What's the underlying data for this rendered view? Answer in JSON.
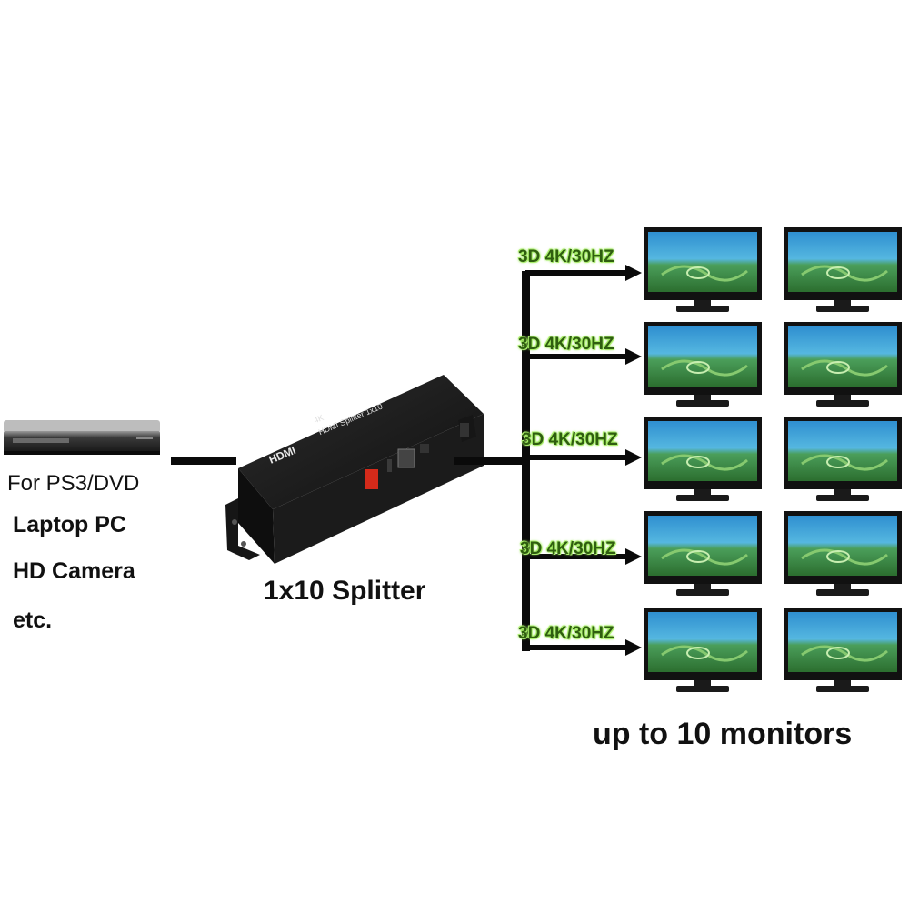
{
  "source": {
    "lines": [
      "For PS3/DVD",
      "Laptop PC",
      "HD Camera",
      "etc."
    ]
  },
  "splitter": {
    "caption": "1x10 Splitter",
    "logo_text": "HDMI",
    "model_4k": "4K",
    "model_name": "HDMI Splitter 1x10"
  },
  "outputs": {
    "resolution_labels": [
      "3D 4K/30HZ",
      "3D 4K/30HZ",
      "3D 4K/30HZ",
      "3D 4K/30HZ",
      "3D 4K/30HZ"
    ],
    "monitor_count": 10
  },
  "monitors_caption": "up to 10 monitors",
  "colors": {
    "label_green": "#9be85a",
    "line_black": "#0a0a0a",
    "device_body": "#1b1b1b"
  }
}
